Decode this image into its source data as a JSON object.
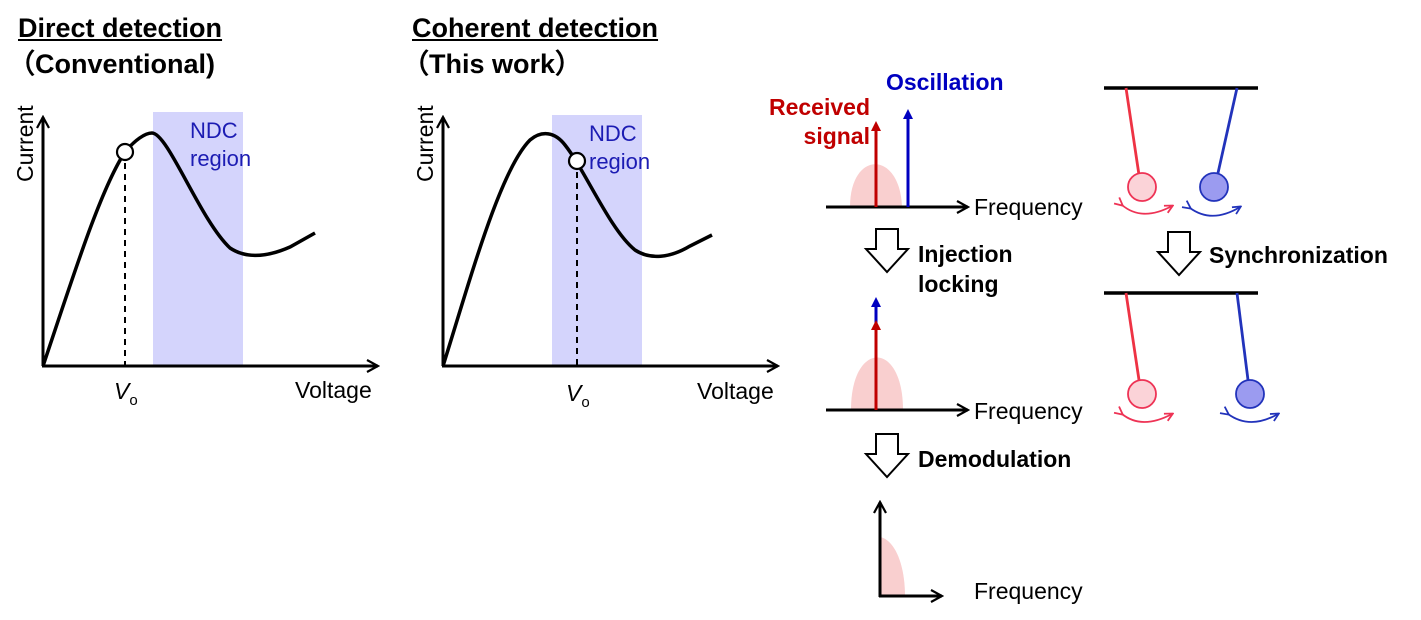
{
  "left_panel": {
    "title": "Direct detection",
    "subtitle": "（Conventional)",
    "ylabel": "Current",
    "xlabel": "Voltage",
    "region_label": "NDC\nregion",
    "vo_label": "V",
    "vo_sub": "o"
  },
  "middle_panel": {
    "title": "Coherent detection",
    "subtitle": "（This work）",
    "ylabel": "Current",
    "xlabel": "Voltage",
    "region_label": "NDC\nregion",
    "vo_label": "V",
    "vo_sub": "o"
  },
  "spectrum": {
    "received_label": "Received\nsignal",
    "oscillation_label": "Oscillation",
    "axis_label_1": "Frequency",
    "axis_label_2": "Frequency",
    "axis_label_3": "Frequency",
    "step1_label": "Injection\nlocking",
    "step2_label": "Demodulation"
  },
  "pendulum": {
    "step_label": "Synchronization"
  },
  "colors": {
    "signal_red": "#c00000",
    "oscillation_blue": "#0000c0",
    "ndc_fill": "#d4d4fc",
    "ndc_text": "#1c1cb3",
    "peak_fill": "#f9cfcf",
    "pendulum_red": "#ee3344",
    "pendulum_blue": "#2233bb",
    "bob_red_fill": "#fbd3d8",
    "bob_blue_fill": "#9b9bf0"
  }
}
